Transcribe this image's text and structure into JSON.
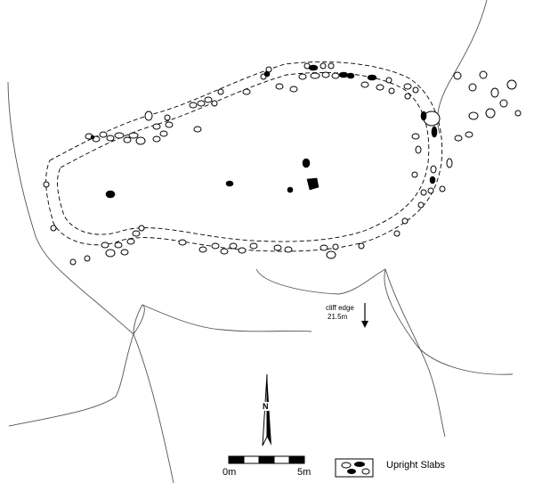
{
  "labels": {
    "north": "N",
    "cliff_edge_line1": "cliff edge",
    "cliff_edge_line2": "21.5m",
    "scale_start": "0m",
    "scale_end": "5m",
    "legend": "Upright Slabs"
  },
  "colors": {
    "ink": "#000000",
    "paper": "#ffffff"
  },
  "icons": {
    "north_arrow": "north-arrow-icon",
    "cliff_arrow": "arrow-down-icon",
    "legend_swatch": "slab-swatch-icon"
  }
}
